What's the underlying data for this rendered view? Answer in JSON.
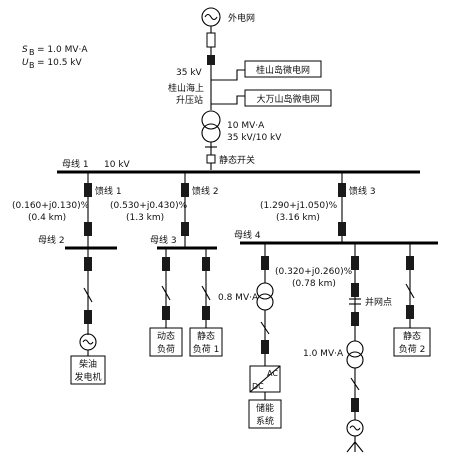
{
  "labels": {
    "grid": "外电网",
    "sb": "S",
    "sb_sub": "B",
    "sb_val": "= 1.0 MV·A",
    "ub": "U",
    "ub_sub": "B",
    "ub_val": "= 10.5 kV",
    "kv35": "35 kV",
    "station_l1": "桂山海上",
    "station_l2": "升压站",
    "mg_guishan": "桂山岛微电网",
    "mg_dawanshan": "大万山岛微电网",
    "xfmr_l1": "10 MV·A",
    "xfmr_l2": "35 kV/10 kV",
    "static_switch": "静态开关",
    "bus1": "母线 1",
    "kv10": "10 kV",
    "feeder1": "馈线 1",
    "feeder2": "馈线 2",
    "feeder3": "馈线 3",
    "f1_imp": "(0.160+j0.130)%",
    "f1_len": "(0.4 km)",
    "f2_imp": "(0.530+j0.430)%",
    "f2_len": "(1.3 km)",
    "f3_imp": "(1.290+j1.050)%",
    "f3_len": "(3.16 km)",
    "bus2": "母线 2",
    "bus3": "母线 3",
    "bus4": "母线 4",
    "b4_imp": "(0.320+j0.260)%",
    "b4_len": "(0.78 km)",
    "xfmr08": "0.8 MV·A",
    "pcc": "并网点",
    "xfmr10": "1.0 MV·A",
    "diesel_l1": "柴油",
    "diesel_l2": "发电机",
    "dyn_l1": "动态",
    "dyn_l2": "负荷",
    "st1_l1": "静态",
    "st1_l2": "负荷 1",
    "st2_l1": "静态",
    "st2_l2": "负荷 2",
    "ac": "AC",
    "dc": "DC",
    "storage_l1": "储能",
    "storage_l2": "系统"
  }
}
